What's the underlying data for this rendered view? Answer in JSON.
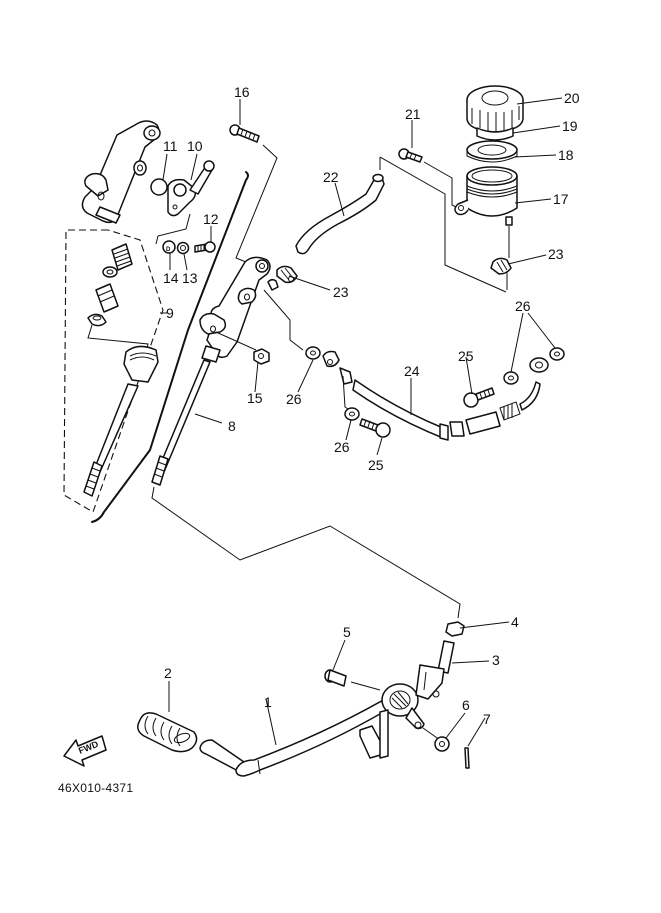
{
  "diagram": {
    "title": "Rear master cylinder / brake pedal exploded view",
    "code": "46X010-4371",
    "direction_indicator": "FWD",
    "line_color": "#111111",
    "background": "#ffffff"
  },
  "callouts": [
    {
      "id": "1",
      "label": "1",
      "part": "brake-pedal"
    },
    {
      "id": "2",
      "label": "2",
      "part": "pedal-rubber"
    },
    {
      "id": "3",
      "label": "3",
      "part": "rod-end-clevis"
    },
    {
      "id": "4",
      "label": "4",
      "part": "nut"
    },
    {
      "id": "5",
      "label": "5",
      "part": "pin"
    },
    {
      "id": "6",
      "label": "6",
      "part": "washer"
    },
    {
      "id": "7",
      "label": "7",
      "part": "cotter-pin"
    },
    {
      "id": "8",
      "label": "8",
      "part": "master-cylinder-assembly"
    },
    {
      "id": "9",
      "label": "9",
      "part": "master-cylinder-kit"
    },
    {
      "id": "10",
      "label": "10",
      "part": "hose-joint"
    },
    {
      "id": "11",
      "label": "11",
      "part": "o-ring"
    },
    {
      "id": "12",
      "label": "12",
      "part": "screw"
    },
    {
      "id": "13",
      "label": "13",
      "part": "spring-washer"
    },
    {
      "id": "14",
      "label": "14",
      "part": "washer"
    },
    {
      "id": "15",
      "label": "15",
      "part": "nut"
    },
    {
      "id": "16",
      "label": "16",
      "part": "bolt"
    },
    {
      "id": "17",
      "label": "17",
      "part": "reservoir-tank"
    },
    {
      "id": "18",
      "label": "18",
      "part": "diaphragm-holder"
    },
    {
      "id": "19",
      "label": "19",
      "part": "diaphragm"
    },
    {
      "id": "20",
      "label": "20",
      "part": "reservoir-cap"
    },
    {
      "id": "21",
      "label": "21",
      "part": "bolt"
    },
    {
      "id": "22",
      "label": "22",
      "part": "reservoir-hose"
    },
    {
      "id": "23a",
      "label": "23",
      "part": "hose-clip"
    },
    {
      "id": "23b",
      "label": "23",
      "part": "hose-clip"
    },
    {
      "id": "24",
      "label": "24",
      "part": "brake-hose"
    },
    {
      "id": "25a",
      "label": "25",
      "part": "union-bolt"
    },
    {
      "id": "25b",
      "label": "25",
      "part": "union-bolt"
    },
    {
      "id": "26a",
      "label": "26",
      "part": "copper-washer"
    },
    {
      "id": "26b",
      "label": "26",
      "part": "copper-washer"
    },
    {
      "id": "26c",
      "label": "26",
      "part": "copper-washer"
    }
  ]
}
